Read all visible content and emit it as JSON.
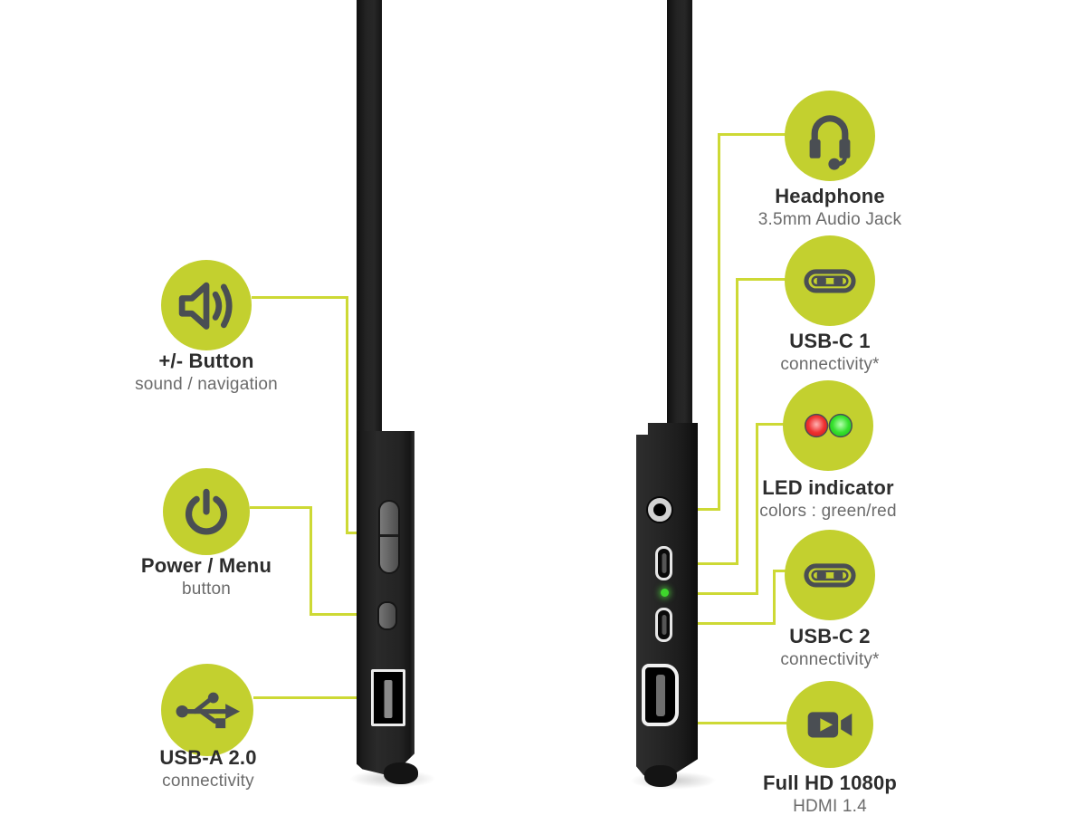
{
  "palette": {
    "accent_circle": "#c3d02f",
    "leader_line": "#cdd935",
    "icon_glyph": "#4a4e53",
    "title_text": "#2d2d2d",
    "subtitle_text": "#6b6b6b",
    "led_green": "#3ed62c",
    "led_red": "#e82525"
  },
  "left_callouts": [
    {
      "icon": "speaker-volume-icon",
      "title": "+/- Button",
      "subtitle": "sound / navigation"
    },
    {
      "icon": "power-icon",
      "title": "Power / Menu",
      "subtitle": "button"
    },
    {
      "icon": "usb-trident-icon",
      "title": "USB-A 2.0",
      "subtitle": "connectivity"
    }
  ],
  "right_callouts": [
    {
      "icon": "headset-icon",
      "title": "Headphone",
      "subtitle": "3.5mm Audio Jack"
    },
    {
      "icon": "usb-c-plug-icon",
      "title": "USB-C 1",
      "subtitle": "connectivity*"
    },
    {
      "icon": "led-lights-icon",
      "title": "LED indicator",
      "subtitle": "colors : green/red"
    },
    {
      "icon": "usb-c-plug-icon",
      "title": "USB-C 2",
      "subtitle": "connectivity*"
    },
    {
      "icon": "video-camera-icon",
      "title": "Full HD 1080p",
      "subtitle": "HDMI 1.4"
    }
  ]
}
